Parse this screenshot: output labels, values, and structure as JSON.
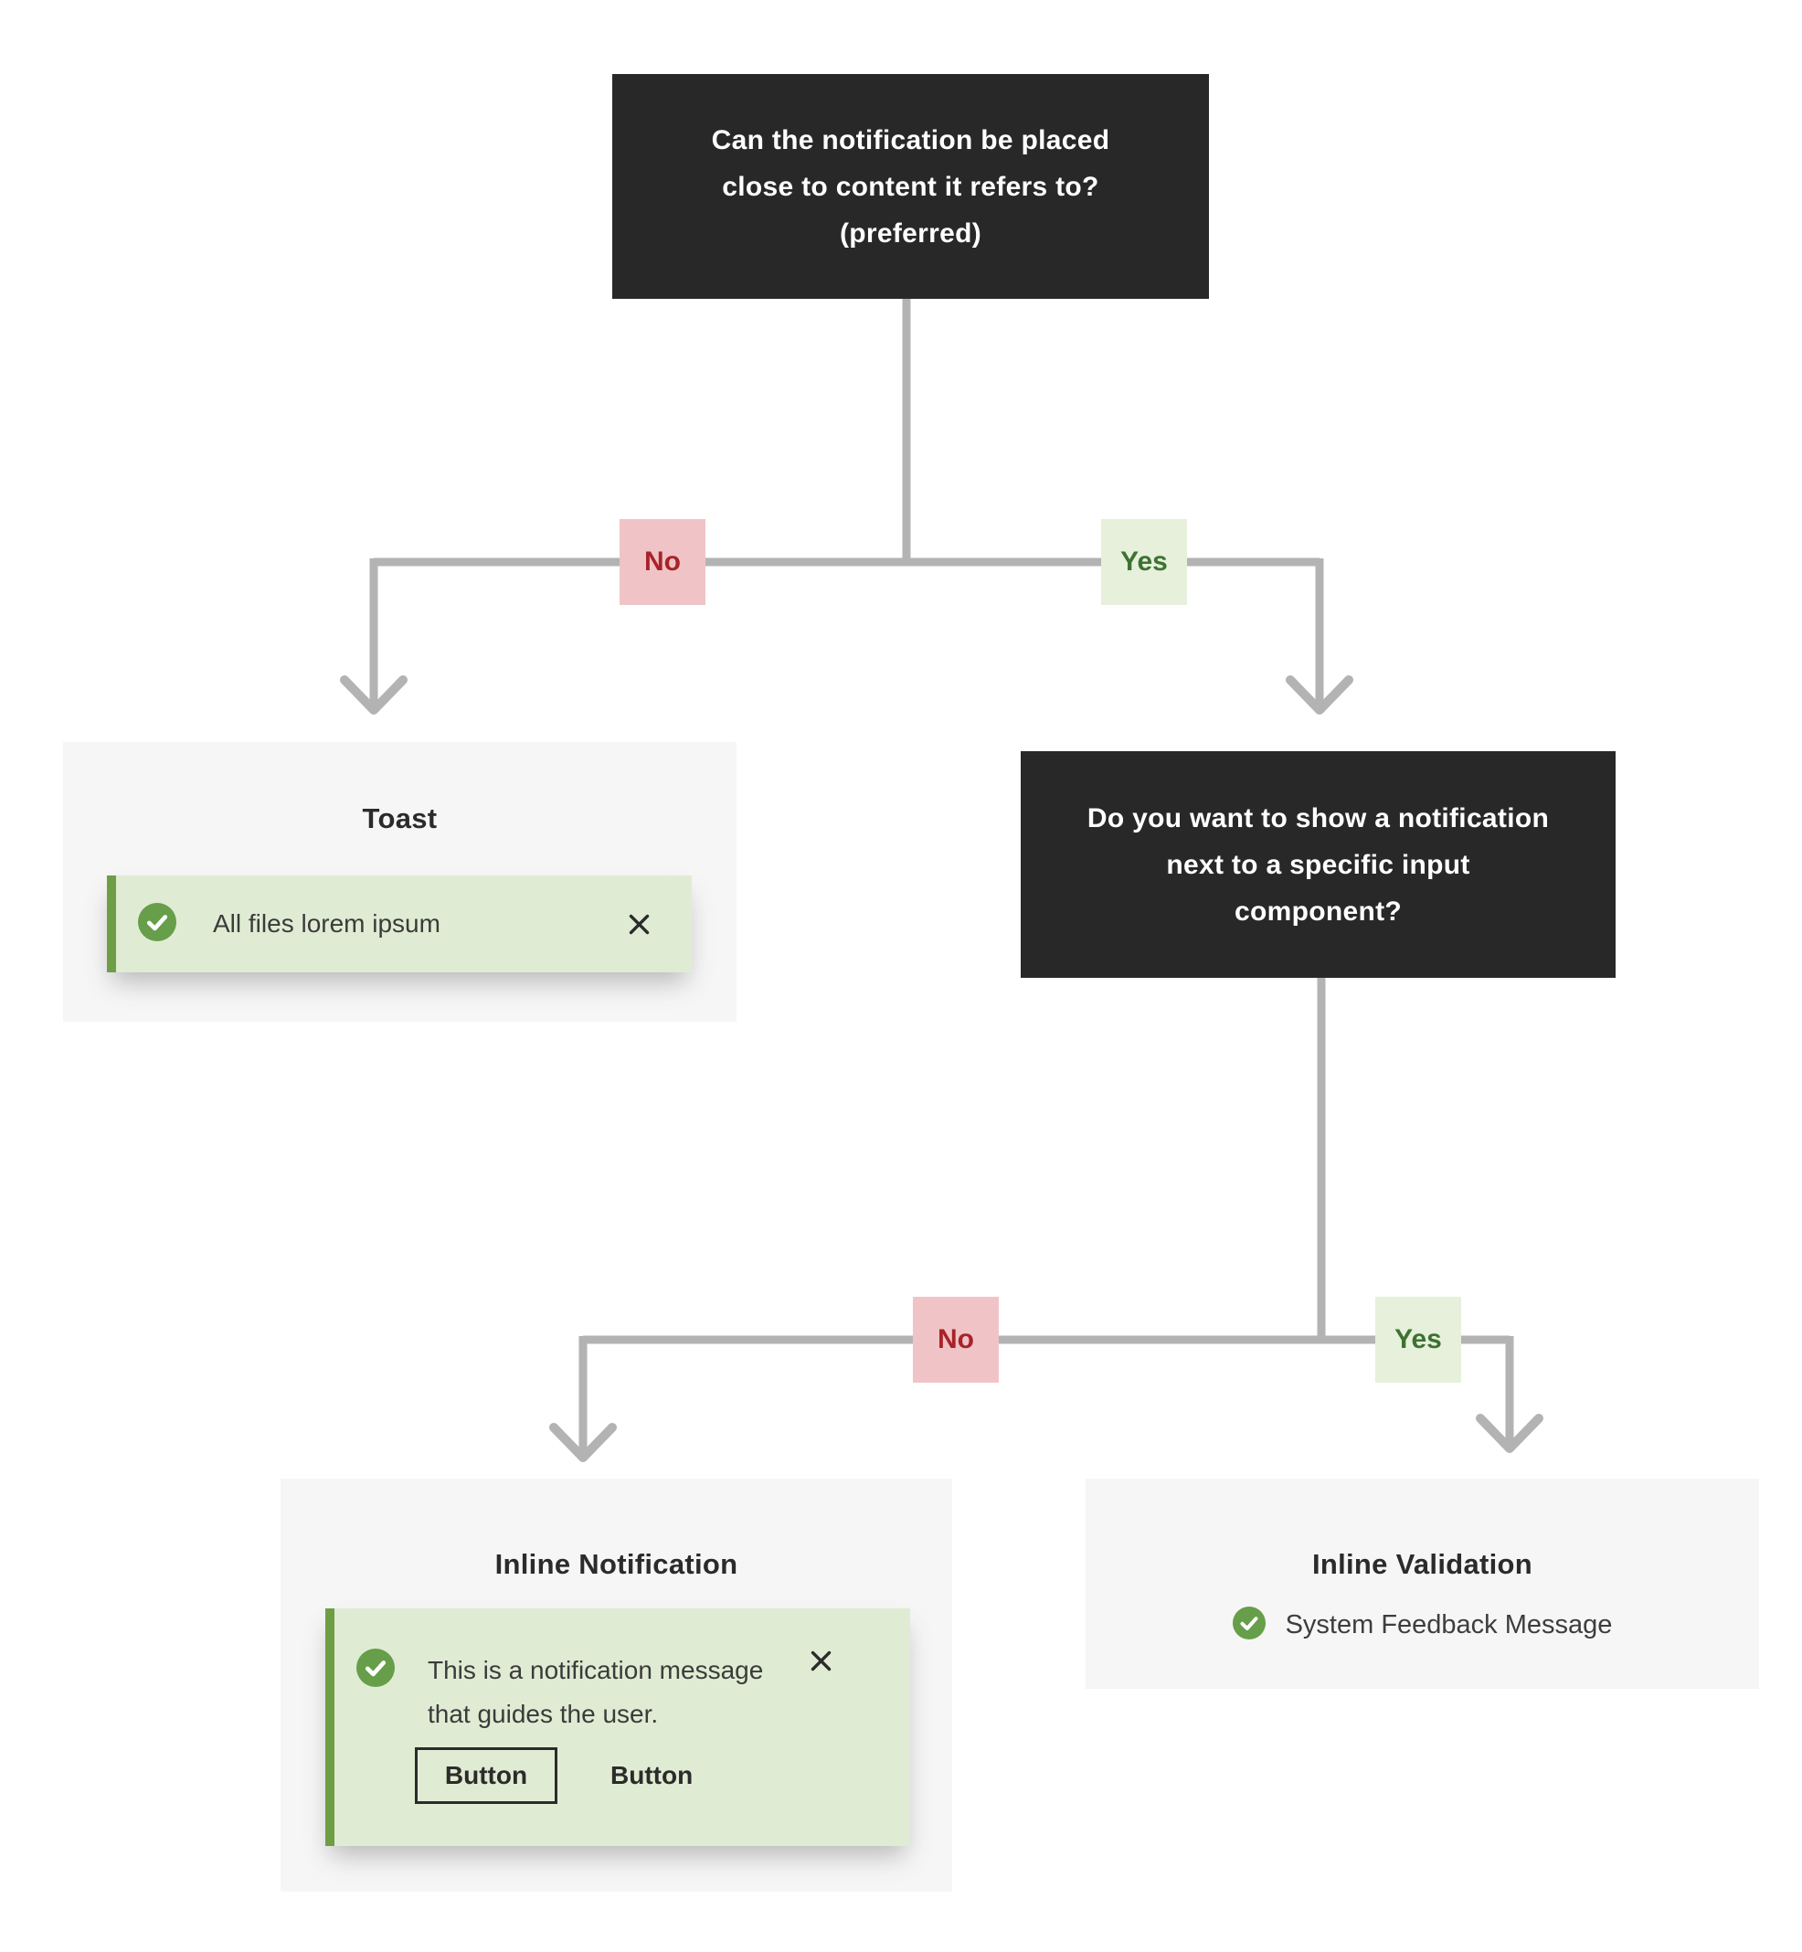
{
  "diagram": {
    "type": "notification-placement-decision-tree",
    "colors": {
      "question_bg": "#282828",
      "question_text": "#ffffff",
      "connector_gray": "#b3b3b3",
      "card_bg": "#f6f6f6",
      "notification_bg": "#dfecd3",
      "notification_border_green": "#6d9e46",
      "check_green": "#669e4a",
      "no_label_bg": "#f0c4c6",
      "no_label_text": "#a8232a",
      "yes_label_bg": "#e6f0db",
      "yes_label_text": "#3d7232"
    },
    "icons": {
      "status": "check-circle-icon",
      "close": "x-icon",
      "arrow": "chevron-down-arrow"
    },
    "questions": {
      "q1": {
        "lines": [
          "Can the notification be placed",
          "close to content it refers to?",
          "(preferred)"
        ]
      },
      "q2": {
        "lines": [
          "Do you want to show a notification",
          "next to a specific input",
          "component?"
        ]
      }
    },
    "branch_labels": {
      "no": "No",
      "yes": "Yes"
    },
    "outcomes": {
      "toast": {
        "title": "Toast",
        "message": "All files lorem ipsum"
      },
      "inline_notification": {
        "title": "Inline Notification",
        "message_lines": [
          "This is a notification message",
          "that guides the user."
        ],
        "buttons": [
          "Button",
          "Button"
        ]
      },
      "inline_validation": {
        "title": "Inline Validation",
        "message": "System Feedback Message"
      }
    }
  }
}
